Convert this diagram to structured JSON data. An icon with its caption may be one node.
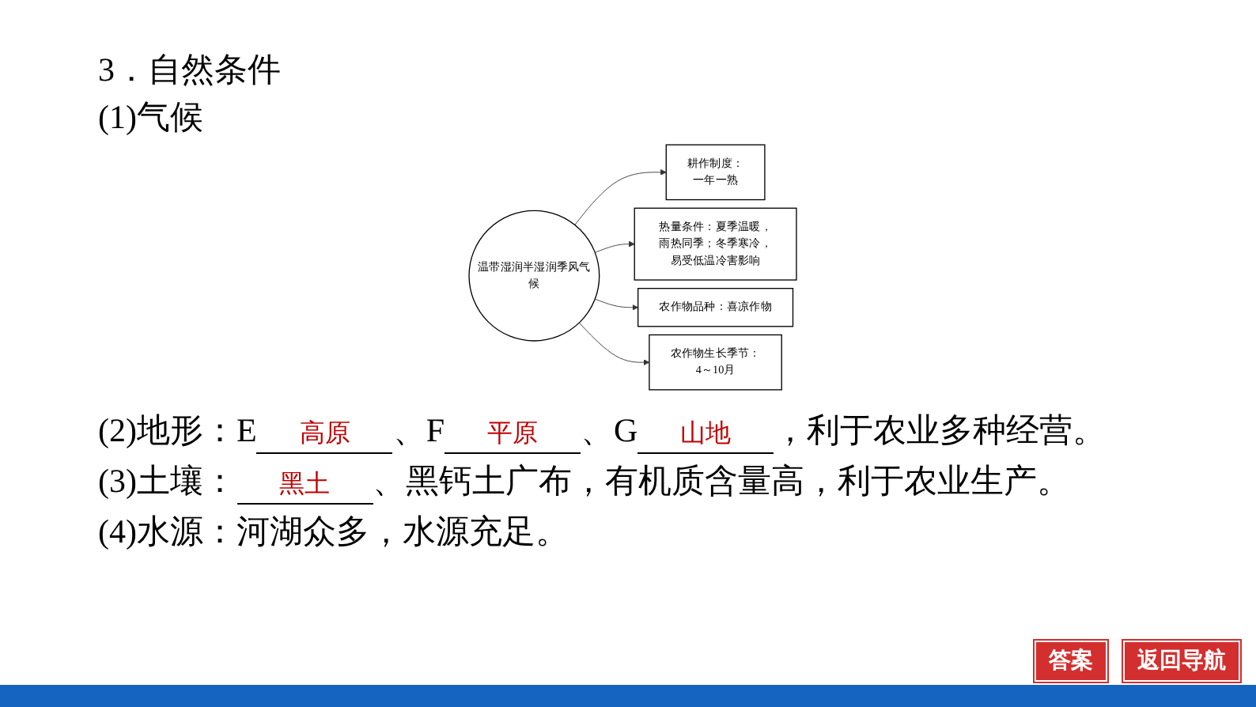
{
  "diagram": {
    "title": "3．自然条件",
    "nodes": [
      {
        "text": [
          "耕作制度：",
          "一年一熟"
        ]
      },
      {
        "text": [
          "温带湿润半湿润季风气候"
        ]
      },
      {
        "text": [
          "热量条件：夏季温暖，雨热同季；冬季寒冷，易受低温冷害影响"
        ]
      },
      {
        "text": [
          "农作物品种：喜凉作物"
        ]
      },
      {
        "text": [
          "农作物生长季节：",
          "4～10月"
        ]
      }
    ],
    "edges": [
      {
        "from": 1,
        "to": 0,
        "arrow": "to"
      },
      {
        "from": 1,
        "to": 2,
        "arrow": "to"
      },
      {
        "from": 1,
        "to": 3,
        "arrow": "to"
      },
      {
        "from": 1,
        "to": 4,
        "arrow": "to"
      }
    ],
    "labels": [
      "(1)气候",
      "(2)地形：E",
      "高原",
      "、F",
      "平原",
      "、G",
      "山地",
      "，利于农业多种经营。",
      "(3)土壤：",
      "黑土",
      "、黑钙土广布，有机质含量高，利于农业生产。",
      "(4)水源：河湖众多，水源充足。",
      "答案",
      "返回导航"
    ]
  }
}
